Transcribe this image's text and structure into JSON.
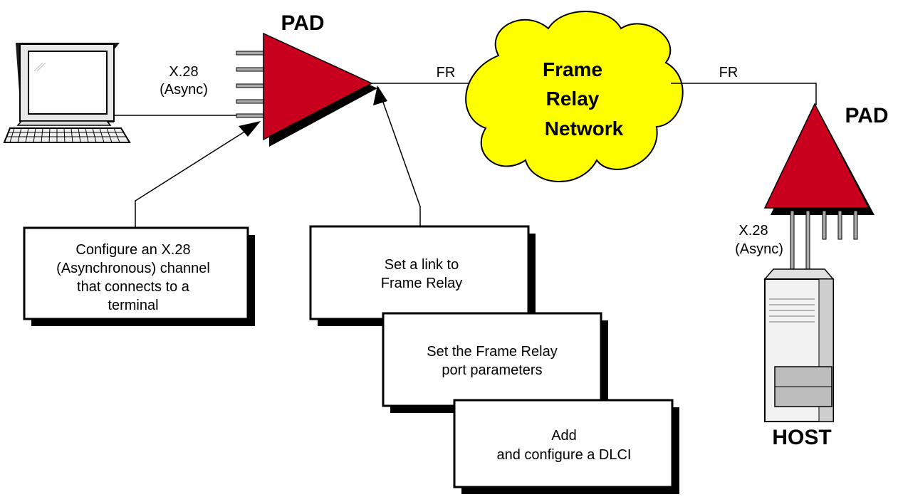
{
  "left_pad": {
    "title": "PAD"
  },
  "right_pad": {
    "title": "PAD"
  },
  "host": {
    "label": "HOST"
  },
  "cloud": {
    "line1": "Frame",
    "line2": "Relay",
    "line3": "Network"
  },
  "links": {
    "left_async_line1": "X.28",
    "left_async_line2": "(Async)",
    "right_async_line1": "X.28",
    "right_async_line2": "(Async)",
    "fr_left": "FR",
    "fr_right": "FR"
  },
  "steps": {
    "terminal_channel": {
      "line1": "Configure an X.28",
      "line2": "(Asynchronous) channel",
      "line3": "that connects to a",
      "line4": "terminal"
    },
    "link": {
      "line1": "Set a link to",
      "line2": "Frame Relay"
    },
    "port": {
      "line1": "Set the Frame Relay",
      "line2": "port parameters"
    },
    "dlci": {
      "line1": "Add",
      "line2": "and configure a DLCI"
    }
  },
  "colors": {
    "pad_red": "#c8001e",
    "cloud_yellow": "#ffff00",
    "line_black": "#000000"
  },
  "icons": [
    "terminal-icon",
    "pad-triangle-icon",
    "cloud-icon",
    "host-server-icon"
  ]
}
